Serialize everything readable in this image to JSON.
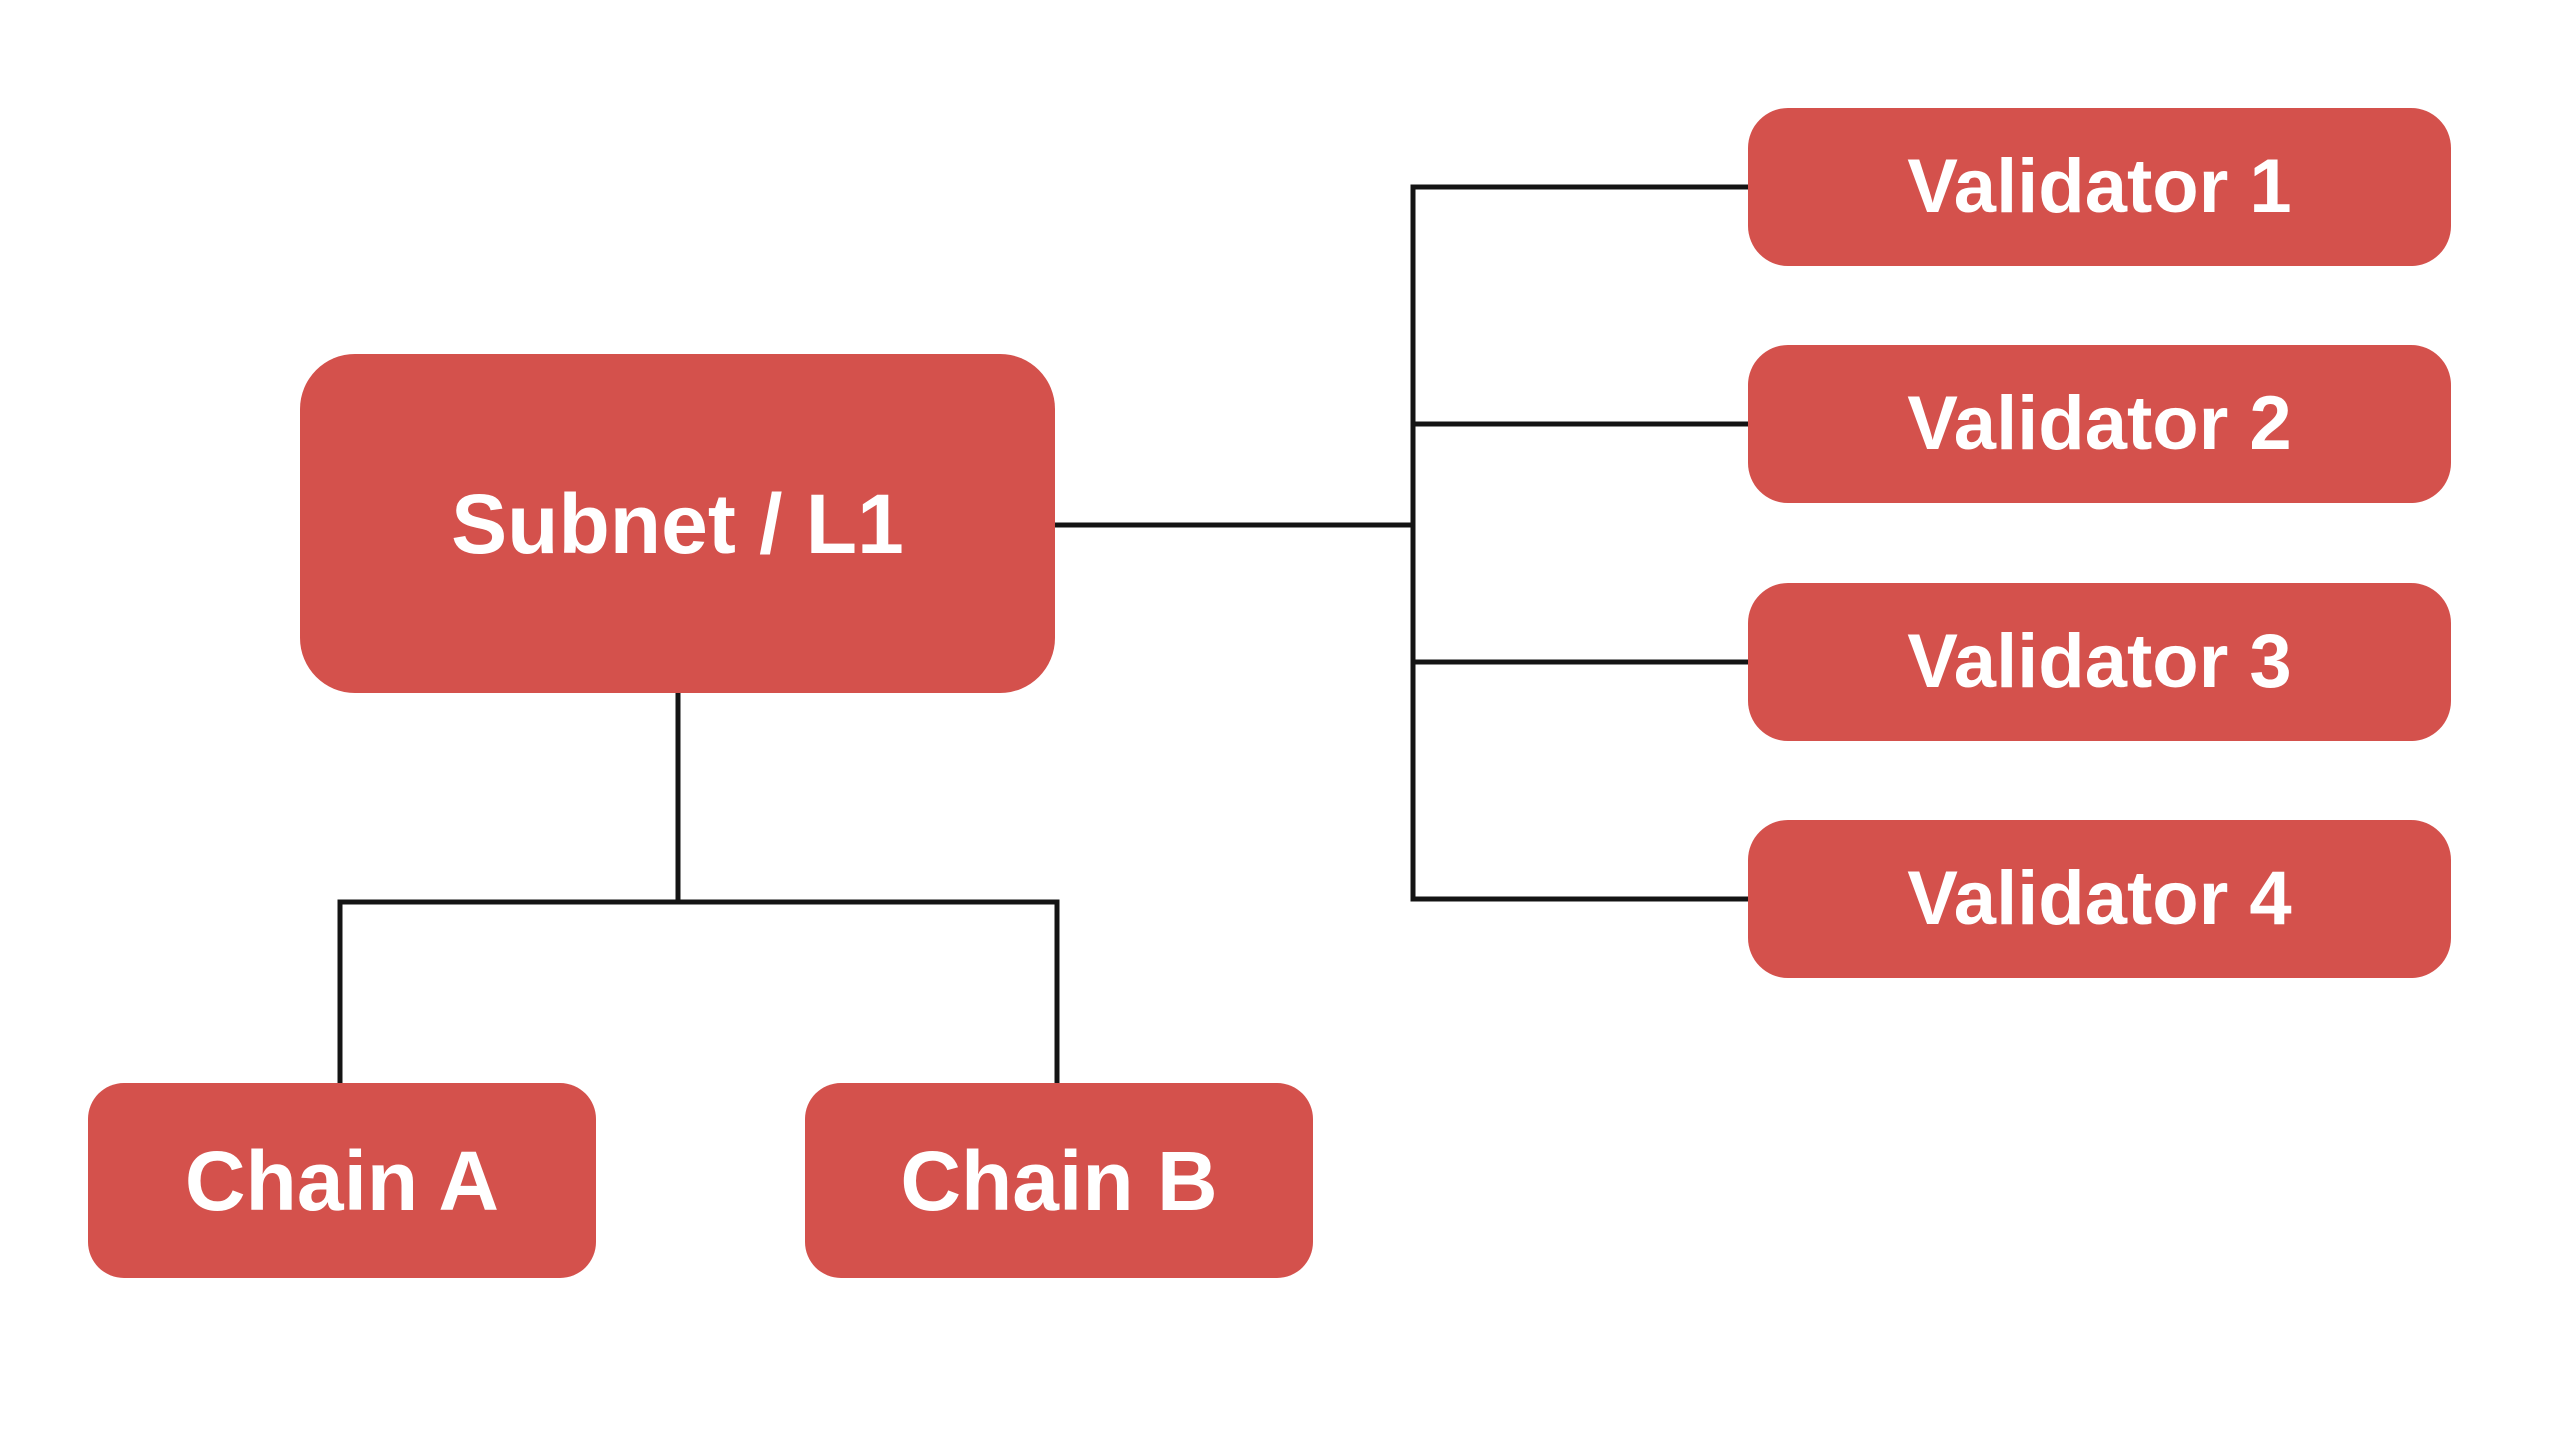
{
  "diagram": {
    "colors": {
      "node_fill": "#d4514c",
      "node_text": "#ffffff",
      "line_color": "#141414",
      "background": "#ffffff"
    },
    "nodes": {
      "subnet": {
        "label": "Subnet / L1"
      },
      "validator1": {
        "label": "Validator 1"
      },
      "validator2": {
        "label": "Validator 2"
      },
      "validator3": {
        "label": "Validator 3"
      },
      "validator4": {
        "label": "Validator 4"
      },
      "chain_a": {
        "label": "Chain A"
      },
      "chain_b": {
        "label": "Chain B"
      }
    }
  }
}
